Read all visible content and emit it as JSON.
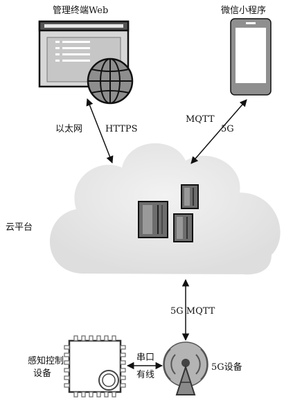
{
  "nodes": {
    "web": {
      "label": "管理终端Web",
      "icon": "browser-globe-icon"
    },
    "miniprogram": {
      "label": "微信小程序",
      "icon": "smartphone-icon"
    },
    "cloud": {
      "label": "云平台",
      "icon": "server-cluster-icon"
    },
    "sensor": {
      "label_line1": "感知控制",
      "label_line2": "设备",
      "icon": "chip-icon"
    },
    "device5g": {
      "label": "5G设备",
      "icon": "antenna-tower-icon"
    }
  },
  "links": {
    "web_cloud": {
      "label_left": "以太网",
      "label_right": "HTTPS"
    },
    "mini_cloud": {
      "label_left": "MQTT",
      "label_right": "5G"
    },
    "cloud_5g": {
      "label": "5G MQTT"
    },
    "sensor_5g": {
      "label_top": "串口",
      "label_bottom": "有线"
    }
  }
}
